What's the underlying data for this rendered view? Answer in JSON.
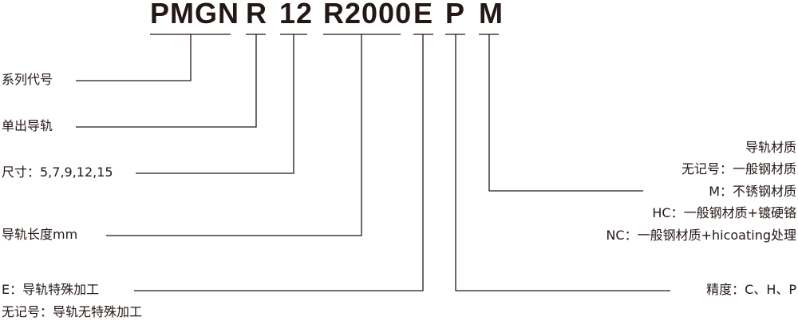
{
  "code_parts": [
    "PMGN",
    "R",
    "12",
    "R2000",
    "E",
    "P",
    "M"
  ],
  "left_labels": {
    "series": "系列代号",
    "single_rail": "单出导轨",
    "size": "尺寸：5,7,9,12,15",
    "rail_length": "导轨长度mm",
    "special_e": "E：导轨特殊加工",
    "special_none": "无记号：导轨无特殊加工"
  },
  "right_labels": {
    "material_title": "导轨材质",
    "material_none": "无记号：一般钢材质",
    "material_m": "M：不锈钢材质",
    "material_hc": "HC：一般钢材质+镀硬铬",
    "material_nc": "NC：一般钢材质+hicoating处理",
    "precision": "精度：C、H、P"
  }
}
